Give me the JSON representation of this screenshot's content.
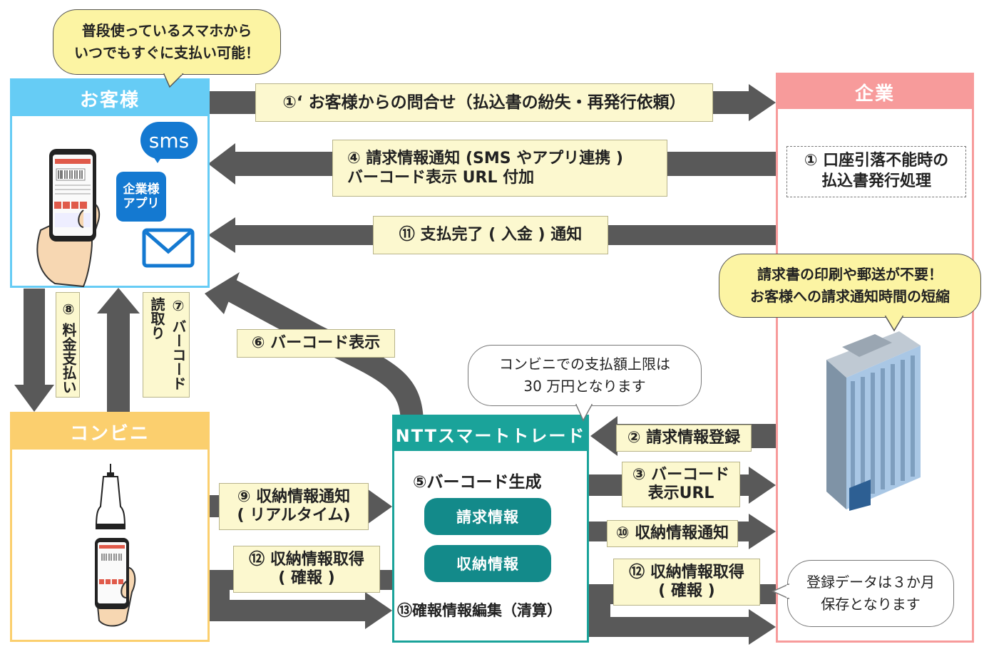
{
  "bubbles": {
    "customer_bubble": "普段使っているスマホから\nいつでもすぐに支払い可能！",
    "company_bubble": "請求書の印刷や郵送が不要！\nお客様への請求通知時間の短縮",
    "limit_bubble": "コンビニでの支払額上限は\n30 万円となります",
    "retention_bubble": "登録データは３か月\n保存となります"
  },
  "boxes": {
    "customer_title": "お客様",
    "company_title": "企業",
    "convenience_title": "コンビニ",
    "ntt_title": "NTTスマートトレード"
  },
  "icons": {
    "sms_text": "sms",
    "app_text": "企業様\nアプリ"
  },
  "company_process": "① 口座引落不能時の\n払込書発行処理",
  "flows": {
    "f1p": "①‘ お客様からの問合せ（払込書の紛失・再発行依頼）",
    "f4": "④ 請求情報通知 (SMS やアプリ連携 )\nバーコード表示 URL 付加",
    "f11": "⑪ 支払完了 ( 入金 ) 通知",
    "f6": "⑥ バーコード表示",
    "f8": "⑧ 料金支払い",
    "f7": "⑦ バーコード読取り",
    "f2": "② 請求情報登録",
    "f3": "③ バーコード\n表示URL",
    "f10": "⑩ 収納情報通知",
    "f12_company": "⑫ 収納情報取得\n( 確報 )",
    "f9": "⑨ 収納情報通知\n( リアルタイム)",
    "f12_conv": "⑫ 収納情報取得\n( 確報 )"
  },
  "ntt": {
    "barcode_gen": "⑤バーコード生成",
    "billing_info": "請求情報",
    "payment_info": "収納情報",
    "edit": "⑬確報情報編集（清算）"
  },
  "colors": {
    "customer": "#66ccf5",
    "company": "#f79b9b",
    "convenience": "#fbcf6e",
    "ntt": "#1aa39a",
    "arrow": "#595959",
    "label_bg": "#fcf8cf",
    "bubble_yellow": "#fcf4a3",
    "pill": "#138a8a"
  }
}
